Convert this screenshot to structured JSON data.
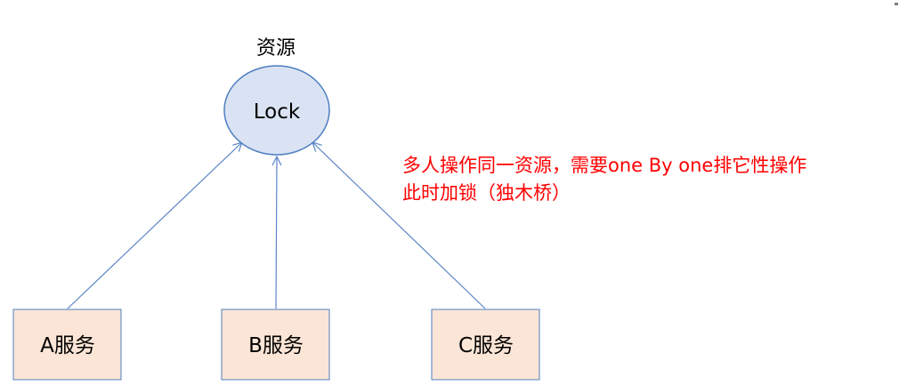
{
  "colors": {
    "ellipse_fill": "#dae3f3",
    "node_stroke": "#4f7fc0",
    "box_fill": "#fbe5d6",
    "arrow": "#5a86c5",
    "annotation_text": "#ff0000",
    "corner_mark": "#7f7f7f"
  },
  "resource": {
    "title": "资源",
    "label": "Lock"
  },
  "services": [
    {
      "label": "A服务"
    },
    {
      "label": "B服务"
    },
    {
      "label": "C服务"
    }
  ],
  "annotation": {
    "line1": "多人操作同一资源，需要one By one排它性操作",
    "line2": "此时加锁（独木桥）"
  }
}
